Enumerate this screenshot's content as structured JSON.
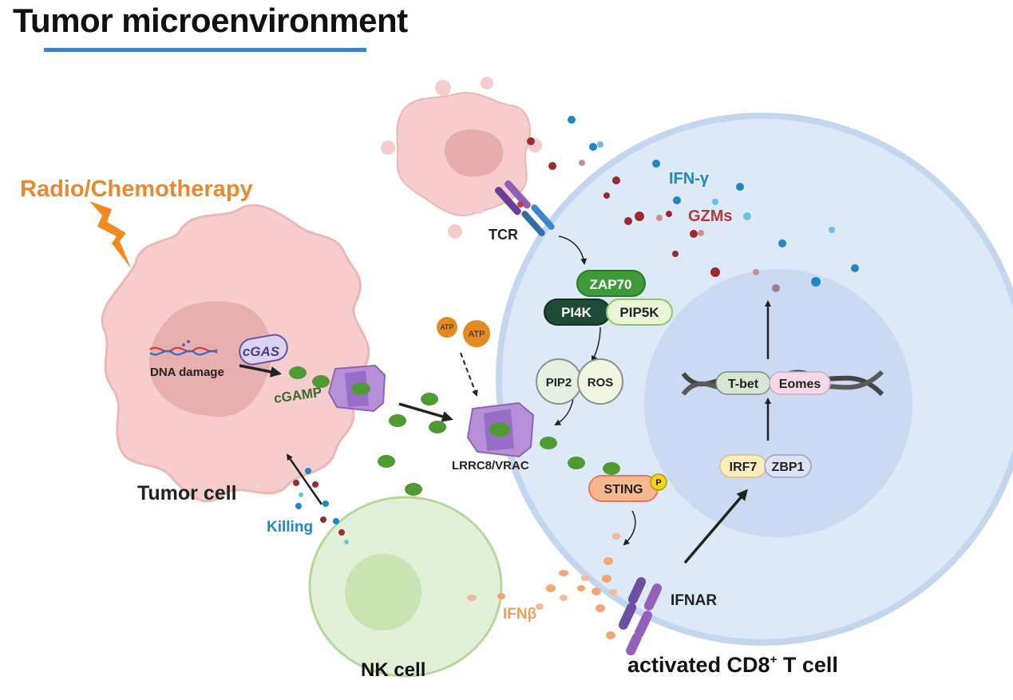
{
  "title": "Tumor microenvironment",
  "labels": {
    "radio_chemo": "Radio/Chemotherapy",
    "tcr": "TCR",
    "ifn_gamma": "IFN-γ",
    "gzms": "GZMs",
    "zap70": "ZAP70",
    "pi4k": "PI4K",
    "pip5k": "PIP5K",
    "atp": "ATP",
    "pip2": "PIP2",
    "ros": "ROS",
    "cgas": "cGAS",
    "dna_damage": "DNA damage",
    "cgamp": "cGAMP",
    "lrrc8": "LRRC8/VRAC",
    "tbet": "T-bet",
    "eomes": "Eomes",
    "irf7": "IRF7",
    "zbp1": "ZBP1",
    "sting": "STING",
    "phospho": "P",
    "tumor_cell": "Tumor cell",
    "killing": "Killing",
    "ifnar": "IFNAR",
    "ifn_beta": "IFNβ",
    "nk_cell": "NK cell",
    "cd8_prefix": "activated CD8",
    "cd8_sup": "+",
    "cd8_suffix": " T cell"
  },
  "colors": {
    "title_underline": "#3f7ec9",
    "radio_text": "#e8892b",
    "ifn_gamma_text": "#1f87c4",
    "gzms_text": "#b03a3a",
    "killing_text": "#1f87c4",
    "ifn_beta_text": "#e8a05a",
    "cgamp_text": "#3a6b2a",
    "tumor_cell_fill": "#f6cccc",
    "tcell_fill": "#dde9f7",
    "nucleus_fill": "#c9daf2",
    "nk_fill": "#e3f0d8"
  },
  "icons": [
    "lightning-icon",
    "dna-helix-icon",
    "vrac-channel-icon",
    "tcr-receptor-icon",
    "ifnar-receptor-icon"
  ]
}
